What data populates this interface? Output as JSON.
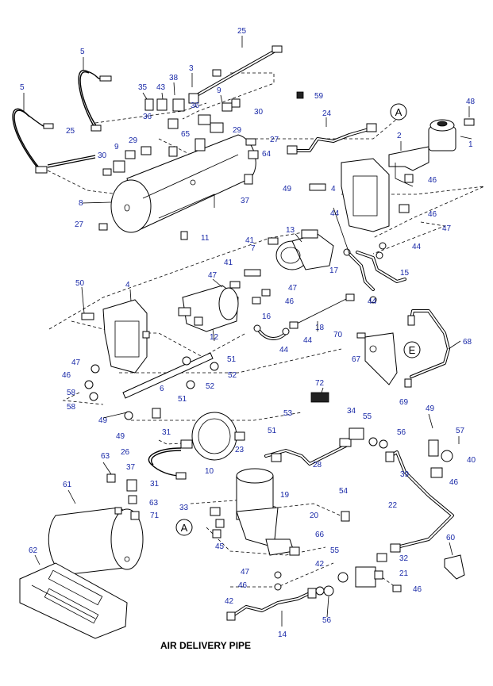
{
  "caption": "AIR DELIVERY PIPE",
  "circle_marker_a": "A",
  "circle_marker_e": "E",
  "accent_color": "#1a2aa8",
  "callouts": [
    {
      "id": "c25a",
      "text": "25"
    },
    {
      "id": "c5a",
      "text": "5"
    },
    {
      "id": "c5b",
      "text": "5"
    },
    {
      "id": "c3",
      "text": "3"
    },
    {
      "id": "c35",
      "text": "35"
    },
    {
      "id": "c43",
      "text": "43"
    },
    {
      "id": "c38",
      "text": "38"
    },
    {
      "id": "c9a",
      "text": "9"
    },
    {
      "id": "c59",
      "text": "59"
    },
    {
      "id": "c48",
      "text": "48"
    },
    {
      "id": "c36a",
      "text": "36"
    },
    {
      "id": "c30a",
      "text": "30"
    },
    {
      "id": "c36b",
      "text": "36"
    },
    {
      "id": "c65",
      "text": "65"
    },
    {
      "id": "c29a",
      "text": "29"
    },
    {
      "id": "c24",
      "text": "24"
    },
    {
      "id": "c2",
      "text": "2"
    },
    {
      "id": "c1",
      "text": "1"
    },
    {
      "id": "c25b",
      "text": "25"
    },
    {
      "id": "c9b",
      "text": "9"
    },
    {
      "id": "c29b",
      "text": "29"
    },
    {
      "id": "c27a",
      "text": "27"
    },
    {
      "id": "c64",
      "text": "64"
    },
    {
      "id": "c30b",
      "text": "30"
    },
    {
      "id": "c8",
      "text": "8"
    },
    {
      "id": "c37a",
      "text": "37"
    },
    {
      "id": "c49a",
      "text": "49"
    },
    {
      "id": "c4a",
      "text": "4"
    },
    {
      "id": "c46a",
      "text": "46"
    },
    {
      "id": "c46b",
      "text": "46"
    },
    {
      "id": "c27b",
      "text": "27"
    },
    {
      "id": "c11",
      "text": "11"
    },
    {
      "id": "c44a",
      "text": "44"
    },
    {
      "id": "c13",
      "text": "13"
    },
    {
      "id": "c47a",
      "text": "47"
    },
    {
      "id": "c41a",
      "text": "41"
    },
    {
      "id": "c7",
      "text": "7"
    },
    {
      "id": "c44b",
      "text": "44"
    },
    {
      "id": "c41b",
      "text": "41"
    },
    {
      "id": "c17",
      "text": "17"
    },
    {
      "id": "c15",
      "text": "15"
    },
    {
      "id": "c50",
      "text": "50"
    },
    {
      "id": "c4b",
      "text": "4"
    },
    {
      "id": "c47b",
      "text": "47"
    },
    {
      "id": "c47c",
      "text": "47"
    },
    {
      "id": "c46c",
      "text": "46"
    },
    {
      "id": "c44c",
      "text": "44"
    },
    {
      "id": "c16",
      "text": "16"
    },
    {
      "id": "c12",
      "text": "12"
    },
    {
      "id": "c18",
      "text": "18"
    },
    {
      "id": "c44d",
      "text": "44"
    },
    {
      "id": "c44e",
      "text": "44"
    },
    {
      "id": "c70",
      "text": "70"
    },
    {
      "id": "c68",
      "text": "68"
    },
    {
      "id": "c47d",
      "text": "47"
    },
    {
      "id": "c51a",
      "text": "51"
    },
    {
      "id": "c46d",
      "text": "46"
    },
    {
      "id": "c52a",
      "text": "52"
    },
    {
      "id": "c6",
      "text": "6"
    },
    {
      "id": "c52b",
      "text": "52"
    },
    {
      "id": "c58a",
      "text": "58"
    },
    {
      "id": "c51b",
      "text": "51"
    },
    {
      "id": "c67",
      "text": "67"
    },
    {
      "id": "c58b",
      "text": "58"
    },
    {
      "id": "c69",
      "text": "69"
    },
    {
      "id": "c72",
      "text": "72"
    },
    {
      "id": "c49b",
      "text": "49"
    },
    {
      "id": "c53",
      "text": "53"
    },
    {
      "id": "c34",
      "text": "34"
    },
    {
      "id": "c55a",
      "text": "55"
    },
    {
      "id": "c49c",
      "text": "49"
    },
    {
      "id": "c49d",
      "text": "49"
    },
    {
      "id": "c31a",
      "text": "31"
    },
    {
      "id": "c51c",
      "text": "51"
    },
    {
      "id": "c56a",
      "text": "56"
    },
    {
      "id": "c57",
      "text": "57"
    },
    {
      "id": "c26",
      "text": "26"
    },
    {
      "id": "c23",
      "text": "23"
    },
    {
      "id": "c40",
      "text": "40"
    },
    {
      "id": "c63a",
      "text": "63"
    },
    {
      "id": "c37b",
      "text": "37"
    },
    {
      "id": "c10",
      "text": "10"
    },
    {
      "id": "c28",
      "text": "28"
    },
    {
      "id": "c39",
      "text": "39"
    },
    {
      "id": "c46e",
      "text": "46"
    },
    {
      "id": "c61",
      "text": "61"
    },
    {
      "id": "c31b",
      "text": "31"
    },
    {
      "id": "c19",
      "text": "19"
    },
    {
      "id": "c54",
      "text": "54"
    },
    {
      "id": "c63b",
      "text": "63"
    },
    {
      "id": "c22",
      "text": "22"
    },
    {
      "id": "c33",
      "text": "33"
    },
    {
      "id": "c71",
      "text": "71"
    },
    {
      "id": "c20",
      "text": "20"
    },
    {
      "id": "c62",
      "text": "62"
    },
    {
      "id": "c45",
      "text": "45"
    },
    {
      "id": "c66",
      "text": "66"
    },
    {
      "id": "c60",
      "text": "60"
    },
    {
      "id": "c55b",
      "text": "55"
    },
    {
      "id": "c32",
      "text": "32"
    },
    {
      "id": "c42a",
      "text": "42"
    },
    {
      "id": "c47e",
      "text": "47"
    },
    {
      "id": "c21",
      "text": "21"
    },
    {
      "id": "c46f",
      "text": "46"
    },
    {
      "id": "c46g",
      "text": "46"
    },
    {
      "id": "c42b",
      "text": "42"
    },
    {
      "id": "c56b",
      "text": "56"
    },
    {
      "id": "c14",
      "text": "14"
    }
  ]
}
